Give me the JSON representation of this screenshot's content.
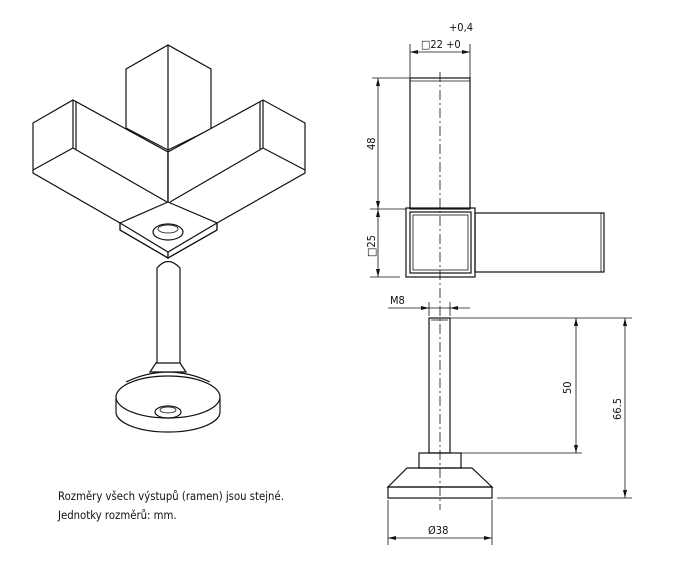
{
  "notes": {
    "line1": "Rozměry všech výstupů (ramen) jsou stejné.",
    "line2": "Jednotky rozměrů: mm."
  },
  "dimensions": {
    "tube_tol_upper": "+0,4",
    "tube_size": "□22 +0",
    "tube_length": "48",
    "block_size": "□25",
    "thread": "M8",
    "stem_length": "50",
    "total_height": "66.5",
    "base_diameter": "Ø38"
  },
  "colors": {
    "line": "#111111",
    "background": "#ffffff"
  }
}
